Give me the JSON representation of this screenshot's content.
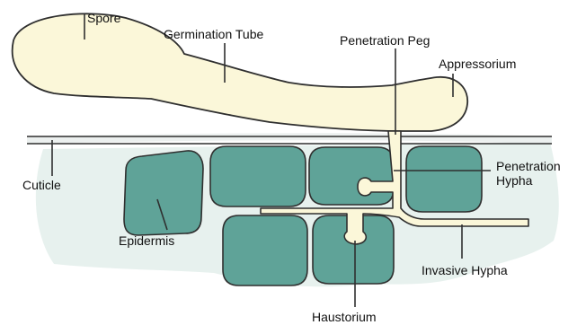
{
  "colors": {
    "fungus_fill": "#FBF7D9",
    "cell_fill": "#5FA398",
    "outline": "#2f2f2f",
    "cuticle_fill": "#ECF0EF",
    "leaf_background": "#E7F1EE",
    "text": "#111111"
  },
  "labels": {
    "spore": "Spore",
    "germination_tube": "Germination Tube",
    "penetration_peg": "Penetration Peg",
    "appressorium": "Appressorium",
    "cuticle": "Cuticle",
    "penetration_hypha_line1": "Penetration",
    "penetration_hypha_line2": "Hypha",
    "epidermis": "Epidermis",
    "invasive_hypha": "Invasive Hypha",
    "haustorium": "Haustorium"
  }
}
